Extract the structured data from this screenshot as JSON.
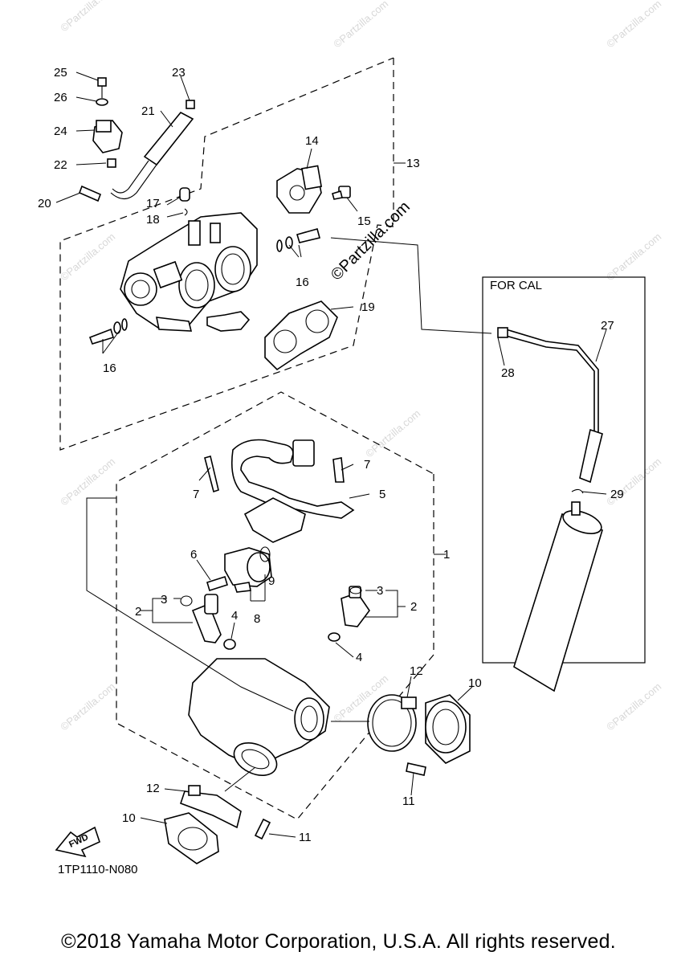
{
  "diagram": {
    "panel_label": "FOR CAL",
    "watermark": "©Partzilla.com",
    "drawing_code": "1TP1110-N080",
    "fwd_label": "FWD",
    "callouts": {
      "c1": "1",
      "c2a": "2",
      "c2b": "2",
      "c3a": "3",
      "c3b": "3",
      "c4a": "4",
      "c4b": "4",
      "c5": "5",
      "c6": "6",
      "c7a": "7",
      "c7b": "7",
      "c8": "8",
      "c9": "9",
      "c10a": "10",
      "c10b": "10",
      "c11a": "11",
      "c11b": "11",
      "c12a": "12",
      "c12b": "12",
      "c13": "13",
      "c14": "14",
      "c15": "15",
      "c16a": "16",
      "c16b": "16",
      "c17": "17",
      "c18": "18",
      "c19": "19",
      "c20": "20",
      "c21": "21",
      "c22": "22",
      "c23": "23",
      "c24": "24",
      "c25": "25",
      "c26": "26",
      "c27": "27",
      "c28": "28",
      "c29": "29"
    }
  },
  "footer": {
    "copyright": "©2018 Yamaha Motor Corporation, U.S.A. All rights reserved."
  }
}
